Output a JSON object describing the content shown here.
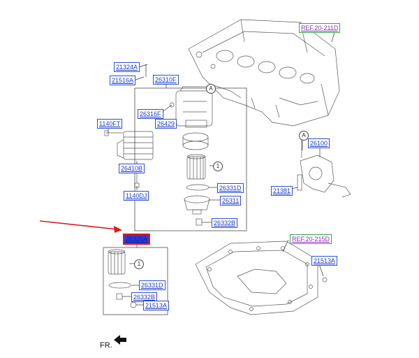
{
  "callouts": {
    "ref_top": "REF.20-211D",
    "c21324A": "21324A",
    "c21516A": "21516A",
    "c26310F": "26310F",
    "c26316F": "26316F",
    "c26429": "26429",
    "c1140FT": "1140FT",
    "c26410B": "26410B",
    "c1140DJ": "1140DJ",
    "c26331D_top": "26331D",
    "c26311": "26311",
    "c26332B_top": "26332B",
    "c26100": "26100",
    "c21381": "21381",
    "highlight": "26320A",
    "ref_bottom": "REF.20-215D",
    "c21513A_right": "21513A",
    "c26331D_bot": "26331D",
    "c26332B_bot": "26332B",
    "c21513A_bot": "21513A"
  },
  "markers": {
    "a_top": "A",
    "a_right": "A",
    "one_top": "1",
    "one_bot": "1"
  },
  "footer": {
    "front_label": "FR."
  },
  "colors": {
    "callout_border": "#2a4fd6",
    "callout_text": "#1a3ad0",
    "ref_border": "#3aa04a",
    "ref_text": "#8b2fb8",
    "highlight_border": "#e01818",
    "arrow": "#e01818"
  }
}
